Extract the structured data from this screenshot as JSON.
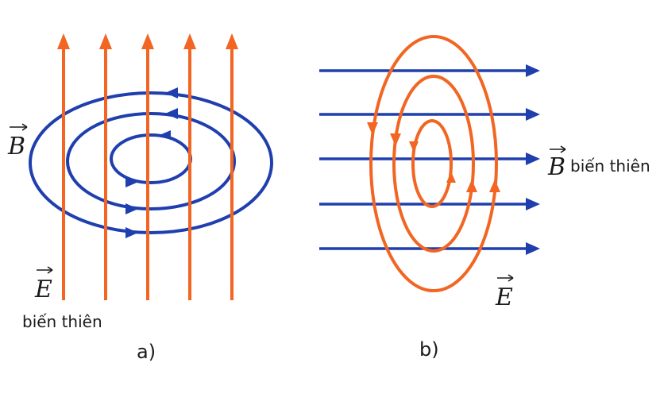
{
  "colors": {
    "electric": "#f26522",
    "magnetic": "#1f3fae",
    "text": "#1a1a1a"
  },
  "diagram_a": {
    "field_B_symbol": "B",
    "field_E_symbol": "E",
    "field_E_note": "biến thiên",
    "caption": "a)"
  },
  "diagram_b": {
    "field_B_symbol": "B",
    "field_B_note": "biến thiên",
    "field_E_symbol": "E",
    "caption": "b)"
  }
}
